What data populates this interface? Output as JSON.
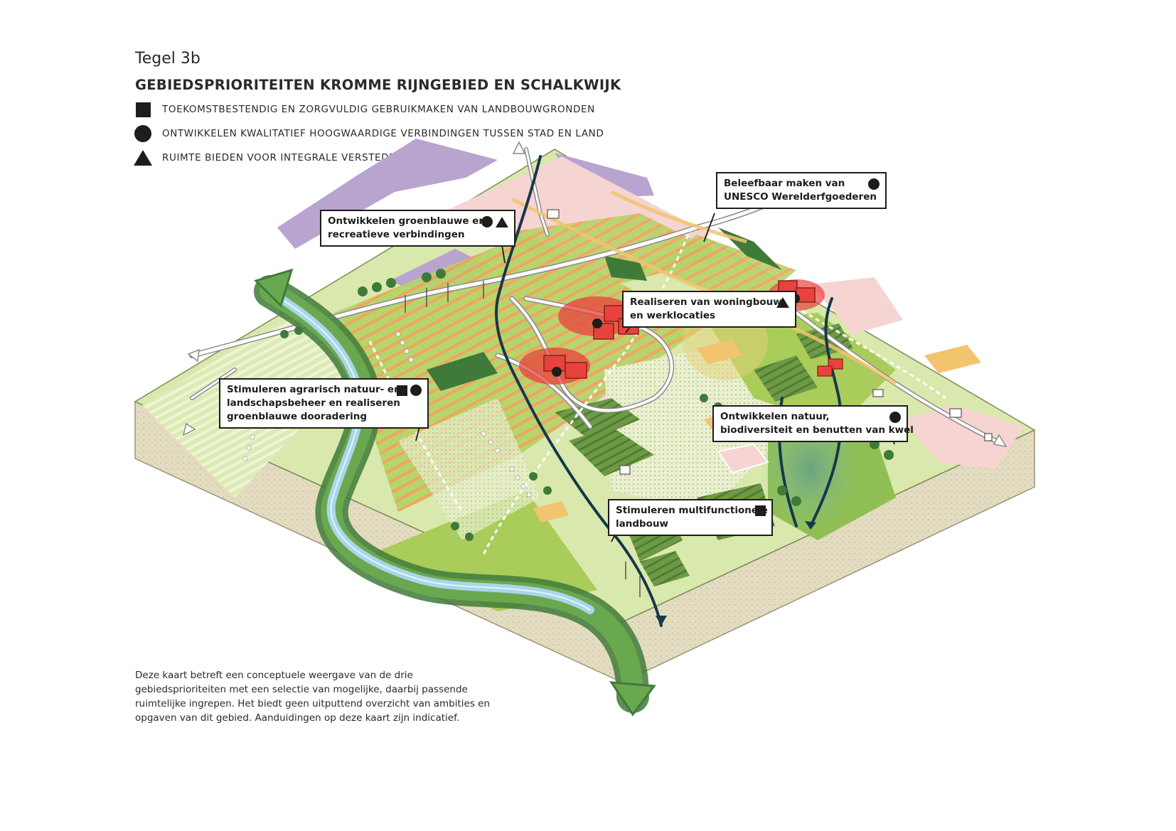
{
  "header": {
    "tile_label": "Tegel 3b",
    "title": "GEBIEDSPRIORITEITEN KROMME RIJNGEBIED EN SCHALKWIJK"
  },
  "legend": {
    "items": [
      {
        "symbol": "square",
        "label": "TOEKOMSTBESTENDIG EN ZORGVULDIG GEBRUIKMAKEN VAN LANDBOUWGRONDEN"
      },
      {
        "symbol": "circle",
        "label": "ONTWIKKELEN KWALITATIEF HOOGWAARDIGE VERBINDINGEN TUSSEN STAD EN LAND"
      },
      {
        "symbol": "triangle",
        "label": "RUIMTE BIEDEN VOOR INTEGRALE VERSTEDELIJKING"
      }
    ]
  },
  "callouts": {
    "groenblauw": {
      "line1": "Ontwikkelen groenblauwe en",
      "line2": "recreatieve verbindingen",
      "symbols": [
        "circle",
        "triangle"
      ]
    },
    "unesco": {
      "line1": "Beleefbaar maken van",
      "line2": "UNESCO Werelderfgoederen",
      "symbols": [
        "circle"
      ]
    },
    "woningbouw": {
      "line1": "Realiseren van woningbouw",
      "line2": "en werklocaties",
      "symbols": [
        "triangle"
      ]
    },
    "agrarisch": {
      "line1": "Stimuleren agrarisch natuur- en",
      "line2": "landschapsbeheer en realiseren",
      "line3": "groenblauwe dooradering",
      "symbols": [
        "square",
        "circle"
      ]
    },
    "natuur": {
      "line1": "Ontwikkelen natuur,",
      "line2": "biodiversiteit en benutten van kwel",
      "symbols": [
        "circle"
      ]
    },
    "landbouw": {
      "line1": "Stimuleren multifunctionele",
      "line2": "landbouw",
      "symbols": [
        "square"
      ]
    }
  },
  "footnote": {
    "line1": "Deze kaart betreft een conceptuele weergave van de drie",
    "line2": "gebiedsprioriteiten met een selectie van mogelijke, daarbij passende",
    "line3": "ruimtelijke ingrepen. Het biedt geen uitputtend overzicht van ambities en",
    "line4": "opgaven van dit gebied. Aanduidingen op deze kaart zijn indicatief."
  },
  "colors": {
    "green_light": "#d7e6a9",
    "green_mid": "#a9cc5a",
    "green_dark": "#3f7a3a",
    "river": "#a9d6ea",
    "purple": "#b9a3cf",
    "pink": "#f6d4d2",
    "red": "#e8423c",
    "soil": "#e6dfc6",
    "orange": "#f0a35a",
    "ink": "#1d1d1b"
  }
}
